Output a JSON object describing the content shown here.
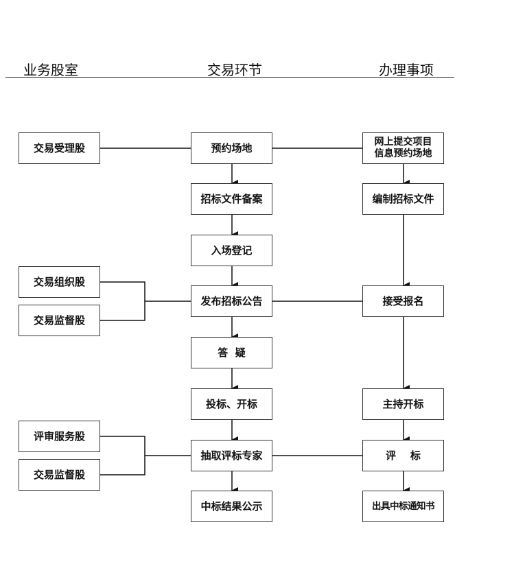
{
  "headers": {
    "left": "业务股室",
    "middle": "交易环节",
    "right": "办理事项"
  },
  "left_boxes": {
    "jiaoyi_shouli": "交易受理股",
    "jiaoyi_zuzhi": "交易组织股",
    "jiaoyi_jiandu_1": "交易监督股",
    "pingshen_fuwu": "评审服务股",
    "jiaoyi_jiandu_2": "交易监督股"
  },
  "middle_boxes": {
    "yuyue_changdi": "预约场地",
    "zhaobiao_beian": "招标文件备案",
    "ruchang_dengji": "入场登记",
    "fabu_gonggao": "发布招标公告",
    "dayi": "答  疑",
    "toubiao_kaibiao": "投标、开标",
    "chouqu_zhuanjia": "抽取评标专家",
    "zhongbiao_gongshi": "中标结果公示"
  },
  "right_boxes": {
    "wangshang_tijiao": "网上提交项目\n信息预约场地",
    "bianzhi_wenjian": "编制招标文件",
    "jieshou_baoming": "接受报名",
    "zhuchi_kaibiao": "主持开标",
    "pingbiao": "评    标",
    "chuju_tongzhishu": "出具中标通知书"
  }
}
